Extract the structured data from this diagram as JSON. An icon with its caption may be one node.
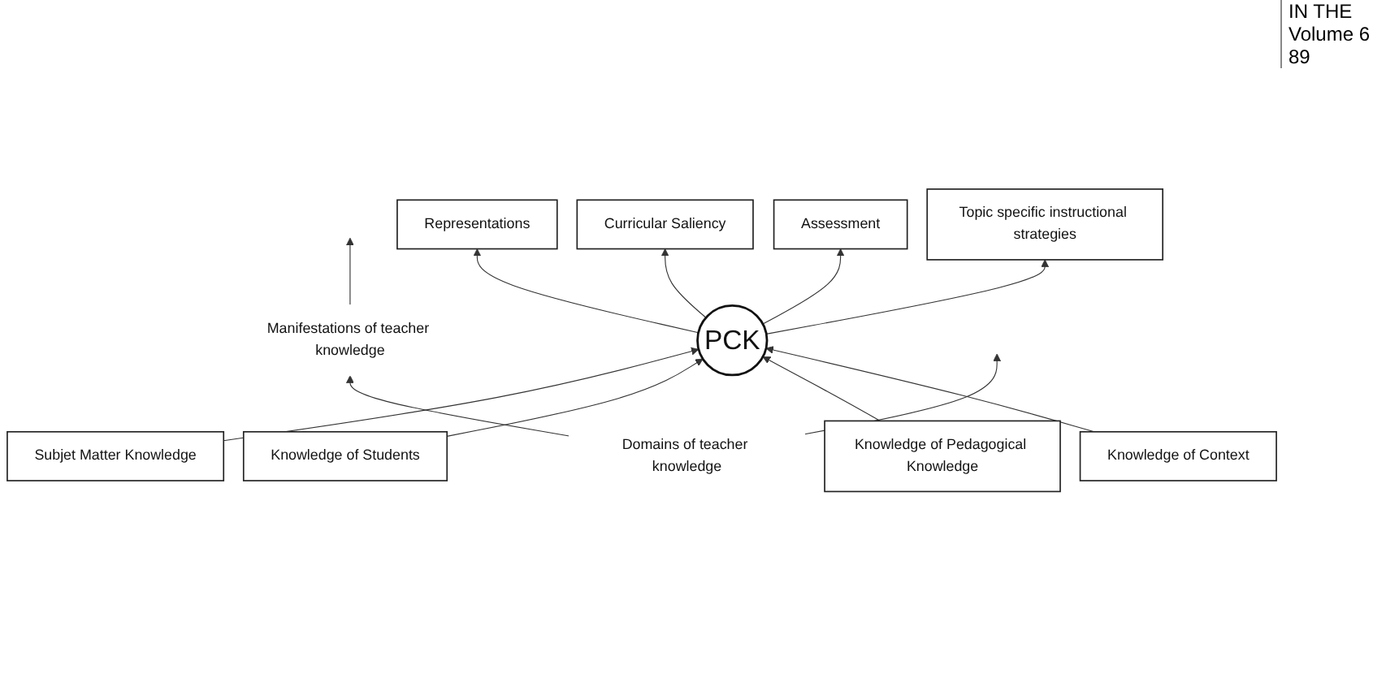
{
  "diagram": {
    "nodes": [
      {
        "text": [
          "Manifestations of teacher knowledge"
        ]
      },
      {
        "text": [
          "Domains of teacher knowledge"
        ]
      },
      {
        "text": [
          "PCK"
        ]
      },
      {
        "text": [
          "Representations"
        ]
      },
      {
        "text": [
          "Curricular Saliency"
        ]
      },
      {
        "text": [
          "Assessment"
        ]
      },
      {
        "text": [
          "Topic specific instructional strategies"
        ]
      },
      {
        "text": [
          "Subjet Matter Knowledge"
        ]
      },
      {
        "text": [
          "Knowledge of Students"
        ]
      },
      {
        "text": [
          "Knowledge of Pedagogical Knowledge"
        ]
      },
      {
        "text": [
          "Knowledge of Context"
        ]
      }
    ],
    "edges": [
      {
        "from": 2,
        "to": 3,
        "arrow": "to"
      },
      {
        "from": 2,
        "to": 4,
        "arrow": "to"
      },
      {
        "from": 2,
        "to": 5,
        "arrow": "to"
      },
      {
        "from": 2,
        "to": 6,
        "arrow": "to"
      },
      {
        "from": 7,
        "to": 2,
        "arrow": "to"
      },
      {
        "from": 8,
        "to": 2,
        "arrow": "to"
      },
      {
        "from": 9,
        "to": 2,
        "arrow": "to"
      },
      {
        "from": 10,
        "to": 2,
        "arrow": "to"
      },
      {
        "from": 1,
        "to": 0,
        "arrow": "to"
      },
      {
        "from": 0,
        "to": null,
        "arrow": "to"
      },
      {
        "from": 1,
        "to": null,
        "arrow": "to"
      }
    ],
    "labels": [
      "IN THE",
      "Volume 6",
      "89"
    ]
  }
}
